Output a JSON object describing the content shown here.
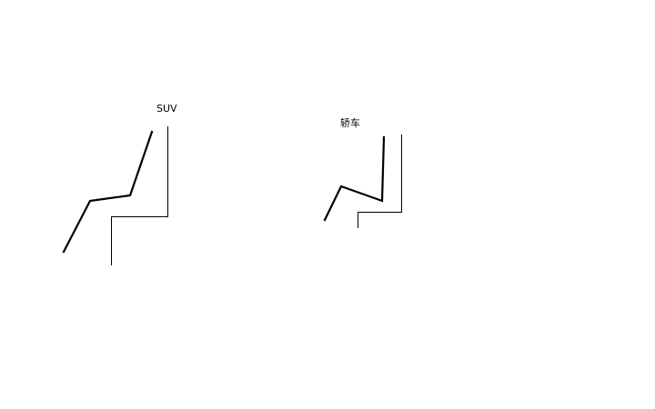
{
  "diagram": {
    "figures": [
      {
        "id": "suv",
        "label": "SUV"
      },
      {
        "id": "sedan",
        "label": "轿车"
      }
    ]
  }
}
